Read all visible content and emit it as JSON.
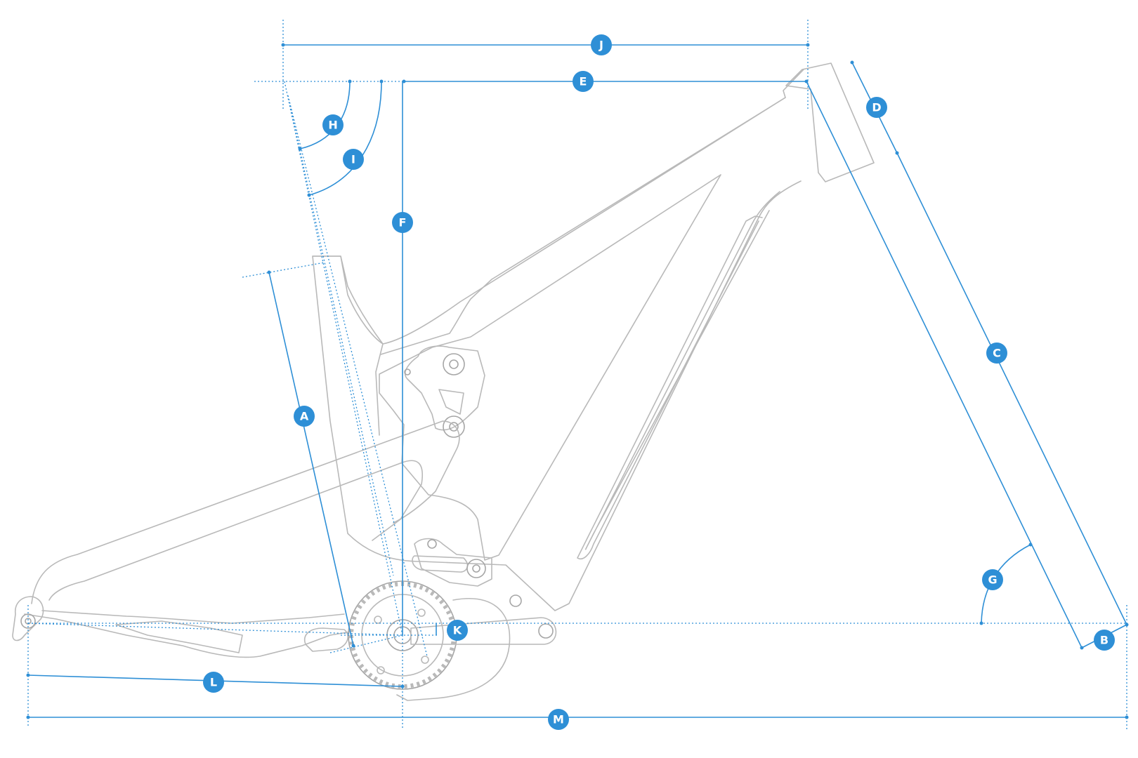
{
  "diagram": {
    "labels": [
      "A",
      "B",
      "C",
      "D",
      "E",
      "F",
      "G",
      "H",
      "I",
      "J",
      "K",
      "L",
      "M"
    ],
    "colors": {
      "dimension": "#2e8fd6",
      "frame": "#b9b9b9",
      "badge_text": "#ffffff",
      "background": "#ffffff"
    }
  }
}
